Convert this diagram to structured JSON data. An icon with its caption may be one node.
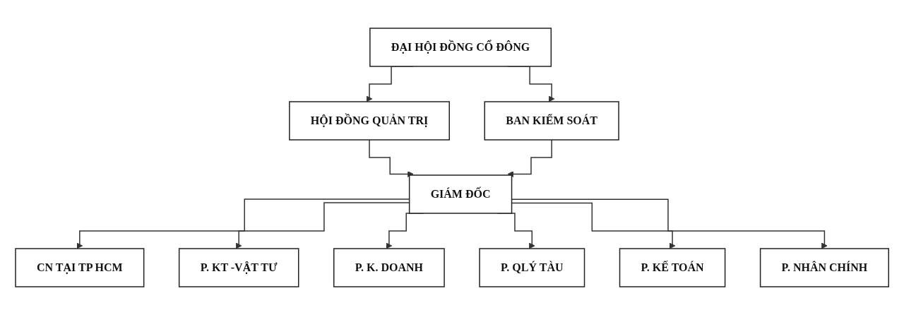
{
  "diagram": {
    "nodes": [
      {
        "text": [
          "ĐẠI HỘI ĐỒNG CỔ ĐÔNG"
        ]
      },
      {
        "text": [
          "HỘI ĐỒNG QUẢN TRỊ"
        ]
      },
      {
        "text": [
          "BAN KIỂM SOÁT"
        ]
      },
      {
        "text": [
          "GIÁM ĐỐC"
        ]
      },
      {
        "text": [
          "CN TẠI TP HCM"
        ]
      },
      {
        "text": [
          "P. KT -VẬT TƯ"
        ]
      },
      {
        "text": [
          "P. K. DOANH"
        ]
      },
      {
        "text": [
          "P. QLÝ TÀU"
        ]
      },
      {
        "text": [
          "P. KẾ TOÁN"
        ]
      },
      {
        "text": [
          "P. NHÂN CHÍNH"
        ]
      }
    ],
    "edges": [
      {
        "from": 0,
        "to": 1,
        "arrow": "to"
      },
      {
        "from": 0,
        "to": 2,
        "arrow": "to"
      },
      {
        "from": 1,
        "to": 3,
        "arrow": "to"
      },
      {
        "from": 2,
        "to": 3,
        "arrow": "to"
      },
      {
        "from": 3,
        "to": 4,
        "arrow": "to"
      },
      {
        "from": 3,
        "to": 5,
        "arrow": "to"
      },
      {
        "from": 3,
        "to": 6,
        "arrow": "to"
      },
      {
        "from": 3,
        "to": 7,
        "arrow": "to"
      },
      {
        "from": 3,
        "to": 8,
        "arrow": "to"
      },
      {
        "from": 3,
        "to": 9,
        "arrow": "to"
      }
    ]
  }
}
